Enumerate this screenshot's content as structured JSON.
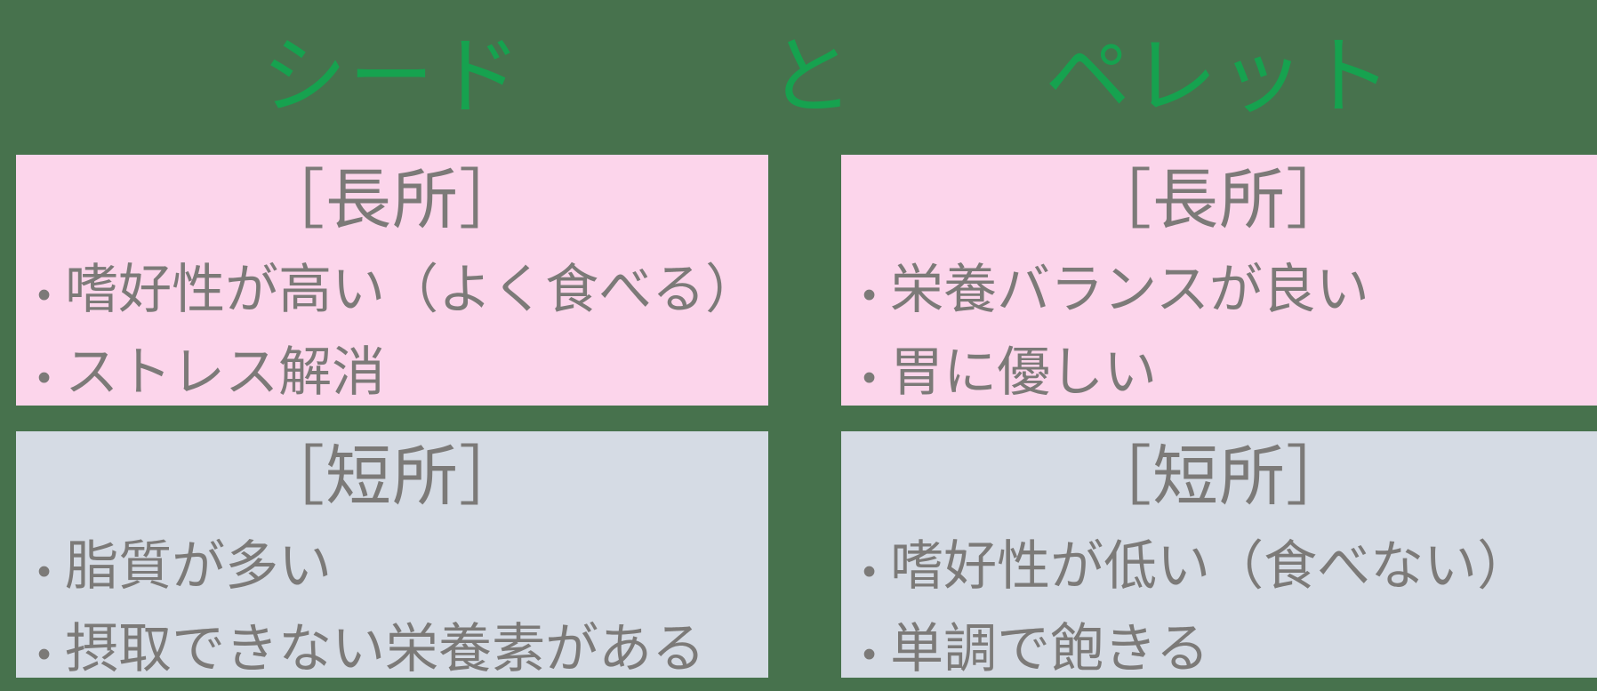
{
  "title": {
    "left": "シード",
    "middle": "と",
    "right": "ペレット"
  },
  "colors": {
    "background": "#47724D",
    "title_green": "#16A24F",
    "pros_box": "#FCD5EB",
    "cons_box": "#D5DBE4",
    "text_gray": "#7C7A78"
  },
  "bullet": "•",
  "boxes": [
    {
      "id": "seed-pros",
      "heading": "［長所］",
      "items": [
        "嗜好性が高い（よく食べる）",
        "ストレス解消"
      ]
    },
    {
      "id": "pellet-pros",
      "heading": "［長所］",
      "items": [
        "栄養バランスが良い",
        "胃に優しい"
      ]
    },
    {
      "id": "seed-cons",
      "heading": "［短所］",
      "items": [
        "脂質が多い",
        "摂取できない栄養素がある"
      ]
    },
    {
      "id": "pellet-cons",
      "heading": "［短所］",
      "items": [
        "嗜好性が低い（食べない）",
        "単調で飽きる"
      ]
    }
  ]
}
